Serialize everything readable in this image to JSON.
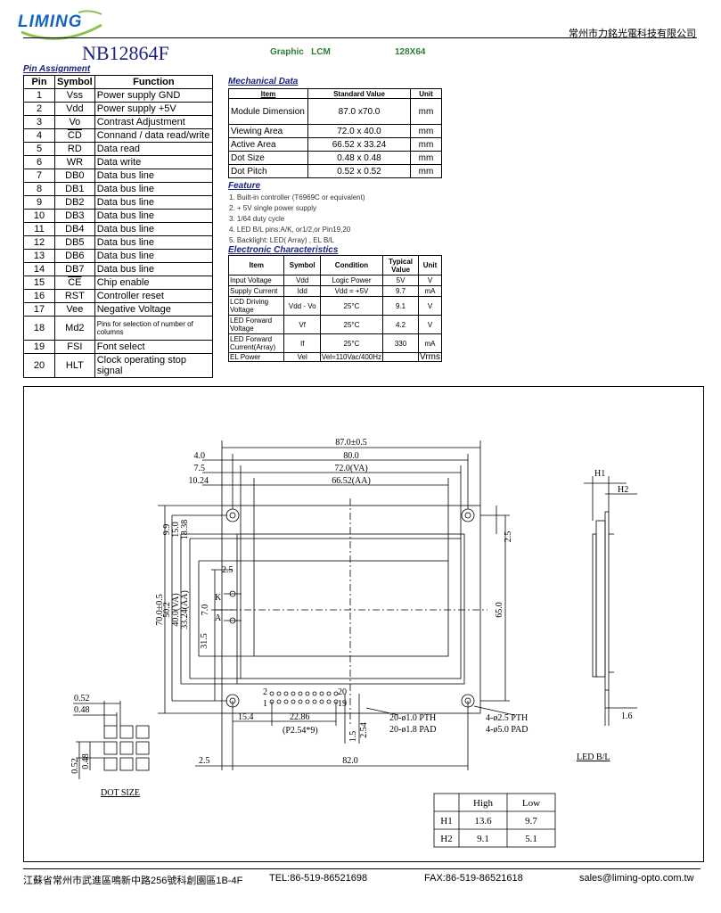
{
  "header": {
    "logo_text": "LIMING",
    "company": "常州市力銘光電科技有限公司",
    "model": "NB12864F",
    "type_label": "Graphic   LCM",
    "resolution": "128X64"
  },
  "pin_assignment": {
    "title": "Pin Assignment",
    "headers": [
      "Pin",
      "Symbol",
      "Function"
    ],
    "rows": [
      {
        "pin": "1",
        "symbol": "Vss",
        "function": "Power supply  GND"
      },
      {
        "pin": "2",
        "symbol": "Vdd",
        "function": "Power supply  +5V"
      },
      {
        "pin": "3",
        "symbol": "Vo",
        "function": "Contrast Adjustment"
      },
      {
        "pin": "4",
        "symbol": "CD",
        "function": "Connand / data  read/write"
      },
      {
        "pin": "5",
        "symbol": "RD",
        "function": "Data read"
      },
      {
        "pin": "6",
        "symbol": "WR",
        "function": "Data write"
      },
      {
        "pin": "7",
        "symbol": "DB0",
        "function": "Data bus line"
      },
      {
        "pin": "8",
        "symbol": "DB1",
        "function": "Data bus line"
      },
      {
        "pin": "9",
        "symbol": "DB2",
        "function": "Data bus line"
      },
      {
        "pin": "10",
        "symbol": "DB3",
        "function": "Data bus line"
      },
      {
        "pin": "11",
        "symbol": "DB4",
        "function": "Data bus line"
      },
      {
        "pin": "12",
        "symbol": "DB5",
        "function": "Data bus line"
      },
      {
        "pin": "13",
        "symbol": "DB6",
        "function": "Data bus line"
      },
      {
        "pin": "14",
        "symbol": "DB7",
        "function": "Data bus line"
      },
      {
        "pin": "15",
        "symbol": "CE",
        "function": "Chip enable"
      },
      {
        "pin": "16",
        "symbol": "RST",
        "function": "Controller reset"
      },
      {
        "pin": "17",
        "symbol": "Vee",
        "function": "Negative Voltage"
      },
      {
        "pin": "18",
        "symbol": "Md2",
        "function": "Pins for selection of number of columns"
      },
      {
        "pin": "19",
        "symbol": "FSI",
        "function": "Font select"
      },
      {
        "pin": "20",
        "symbol": "HLT",
        "function": "Clock operating stop signal"
      }
    ]
  },
  "mechanical": {
    "title": "Mechanical Data",
    "headers": [
      "Item",
      "Standard Value",
      "Unit"
    ],
    "rows": [
      {
        "item": "Module Dimension",
        "value": "87.0 x70.0",
        "unit": "mm"
      },
      {
        "item": "Viewing Area",
        "value": "72.0 x 40.0",
        "unit": "mm"
      },
      {
        "item": "Active  Area",
        "value": "66.52 x 33.24",
        "unit": "mm"
      },
      {
        "item": "Dot Size",
        "value": "0.48 x 0.48",
        "unit": "mm"
      },
      {
        "item": "Dot Pitch",
        "value": "0.52 x 0.52",
        "unit": "mm"
      }
    ]
  },
  "feature": {
    "title": "Feature",
    "items": [
      "1. Built-in controller (T6969C or equivalent)",
      "2. + 5V single power supply",
      "3. 1/64 duty cycle",
      "4. LED B/L pins:A/K, or1/2,or Pin19,20",
      "5. Backlight: LED( Array) , EL B/L"
    ]
  },
  "electronic": {
    "title": "Electronic Characteristics",
    "headers": [
      "Item",
      "Symbol",
      "Condition",
      "Typical Value",
      "Unit"
    ],
    "rows": [
      {
        "item": "Input Voltage",
        "symbol": "Vdd",
        "condition": "Logic Power",
        "value": "5V",
        "unit": "V"
      },
      {
        "item": "Supply Current",
        "symbol": "Idd",
        "condition": "Vdd = +5V",
        "value": "9.7",
        "unit": "mA"
      },
      {
        "item": "LCD Driving Voltage",
        "symbol": "Vdd - Vo",
        "condition": "25°C",
        "value": "9.1",
        "unit": "V"
      },
      {
        "item": "LED Forward Voltage",
        "symbol": "Vf",
        "condition": "25°C",
        "value": "4.2",
        "unit": "V"
      },
      {
        "item": "LED Forward Current(Array)",
        "symbol": "If",
        "condition": "25°C",
        "value": "330",
        "unit": "mA"
      },
      {
        "item": "EL Power",
        "symbol": "Vel",
        "condition": "Vel=110Vac/400Hz",
        "value": "",
        "unit": "Vrms"
      }
    ]
  },
  "drawing": {
    "dims": {
      "w_total": "87.0±0.5",
      "w_80": "80.0",
      "w_4": "4.0",
      "w_75": "7.5",
      "w_va": "72.0(VA)",
      "w_1024": "10.24",
      "w_aa": "66.52(AA)",
      "h_total": "70.0±0.5",
      "h_502": "50.2",
      "h_va": "40.0(VA)",
      "h_aa": "33.24(AA)",
      "h_99": "9.9",
      "h_15": "15.0",
      "h_1838": "18.38",
      "h_315": "31.5",
      "h_70": "7.0",
      "d_25": "2.5",
      "r_25": "2.5",
      "r_65": "65.0",
      "pin_2": "2",
      "pin_1": "1",
      "pin_20": "20",
      "pin_19": "19",
      "b_154": "15.4",
      "b_2286": "22.86",
      "b_pitch": "(P2.54*9)",
      "b_15": "1.5",
      "b_254": "2.54",
      "pth1": "20-ø1.0 PTH",
      "pad1": "20-ø1.8 PAD",
      "pth2": "4-ø2.5 PTH",
      "pad2": "4-ø5.0 PAD",
      "b_25": "2.5",
      "b_82": "82.0",
      "k_label": "K",
      "a_label": "A",
      "h1": "H1",
      "h2": "H2",
      "s_16": "1.6",
      "led_bl": "LED B/L"
    },
    "dot_size": {
      "title": "DOT SIZE",
      "a": "0.52",
      "b": "0.48",
      "c": "0.52",
      "d": "0.48"
    },
    "h_table": {
      "headers": [
        "",
        "High",
        "Low"
      ],
      "rows": [
        {
          "label": "H1",
          "high": "13.6",
          "low": "9.7"
        },
        {
          "label": "H2",
          "high": "9.1",
          "low": "5.1"
        }
      ]
    }
  },
  "footer": {
    "address": "江蘇省常州市武進區鳴新中路256號科創園區1B-4F",
    "tel": "TEL:86-519-86521698",
    "fax": "FAX:86-519-86521618",
    "email": "sales@liming-opto.com.tw"
  },
  "colors": {
    "accent": "#2e7d32",
    "section": "#1a237e",
    "logo_green": "#8bc34a"
  }
}
